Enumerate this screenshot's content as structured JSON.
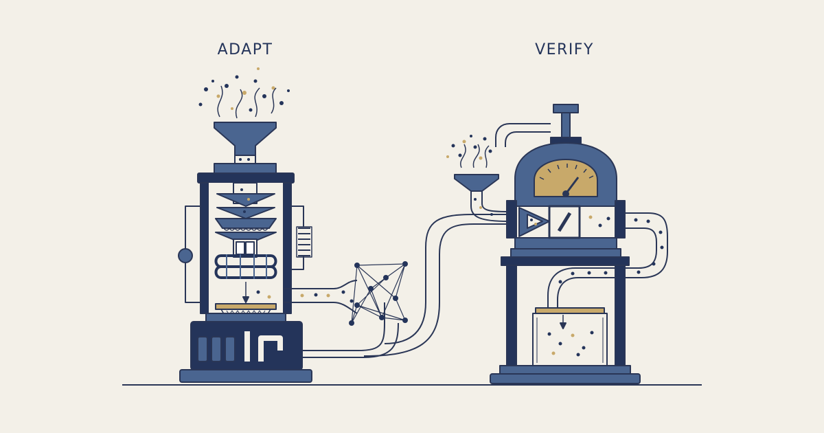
{
  "labels": {
    "adapt": "ADAPT",
    "verify": "VERIFY"
  },
  "colors": {
    "background": "#f3f0e8",
    "navy": "#24345a",
    "slate_blue": "#4a6590",
    "gold": "#c8a96a",
    "outline": "#2a3656"
  },
  "icons": {
    "left_machine": "funnel-press-machine",
    "right_machine": "gauge-verifier-machine",
    "middle": "network-graph"
  }
}
